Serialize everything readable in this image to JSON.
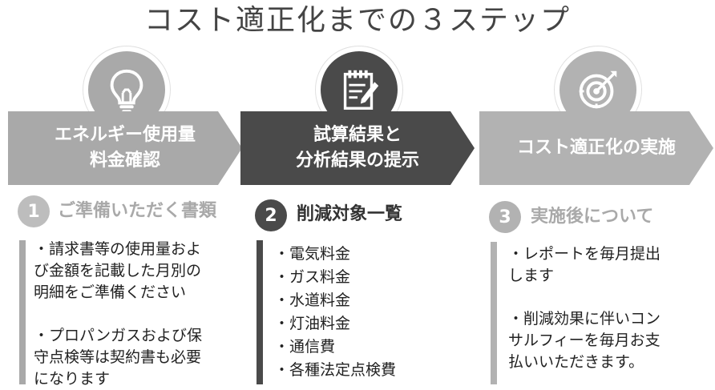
{
  "title": "コスト適正化までの３ステップ",
  "steps": [
    {
      "number": "1",
      "icon": "lightbulb-icon",
      "header_lines": [
        "エネルギー使用量",
        "料金確認"
      ],
      "subheading": "ご準備いただく書類",
      "paragraphs": [
        [
          "・請求書等の使用量およ",
          "び金額を記載した月別の",
          "明細をご準備ください"
        ],
        [
          "・プロパンガスおよび保",
          "守点検等は契約書も必要",
          "になります"
        ]
      ]
    },
    {
      "number": "2",
      "icon": "clipboard-pencil-icon",
      "header_lines": [
        "試算結果と",
        "分析結果の提示"
      ],
      "subheading": "削減対象一覧",
      "items": [
        "・電気料金",
        "・ガス料金",
        "・水道料金",
        "・灯油料金",
        "・通信費",
        "・各種法定点検費"
      ]
    },
    {
      "number": "3",
      "icon": "target-arrow-icon",
      "header_lines": [
        "コスト適正化の実施"
      ],
      "subheading": "実施後について",
      "paragraphs": [
        [
          "・レポートを毎月提出",
          "します"
        ],
        [
          "・削減効果に伴いコン",
          "サルフィーを毎月お支",
          "払いいただきます。"
        ]
      ]
    }
  ],
  "colors": {
    "step1": "#a9a9a9",
    "step2": "#4a4a4a",
    "step3": "#b2b2b2",
    "text": "#222222"
  }
}
